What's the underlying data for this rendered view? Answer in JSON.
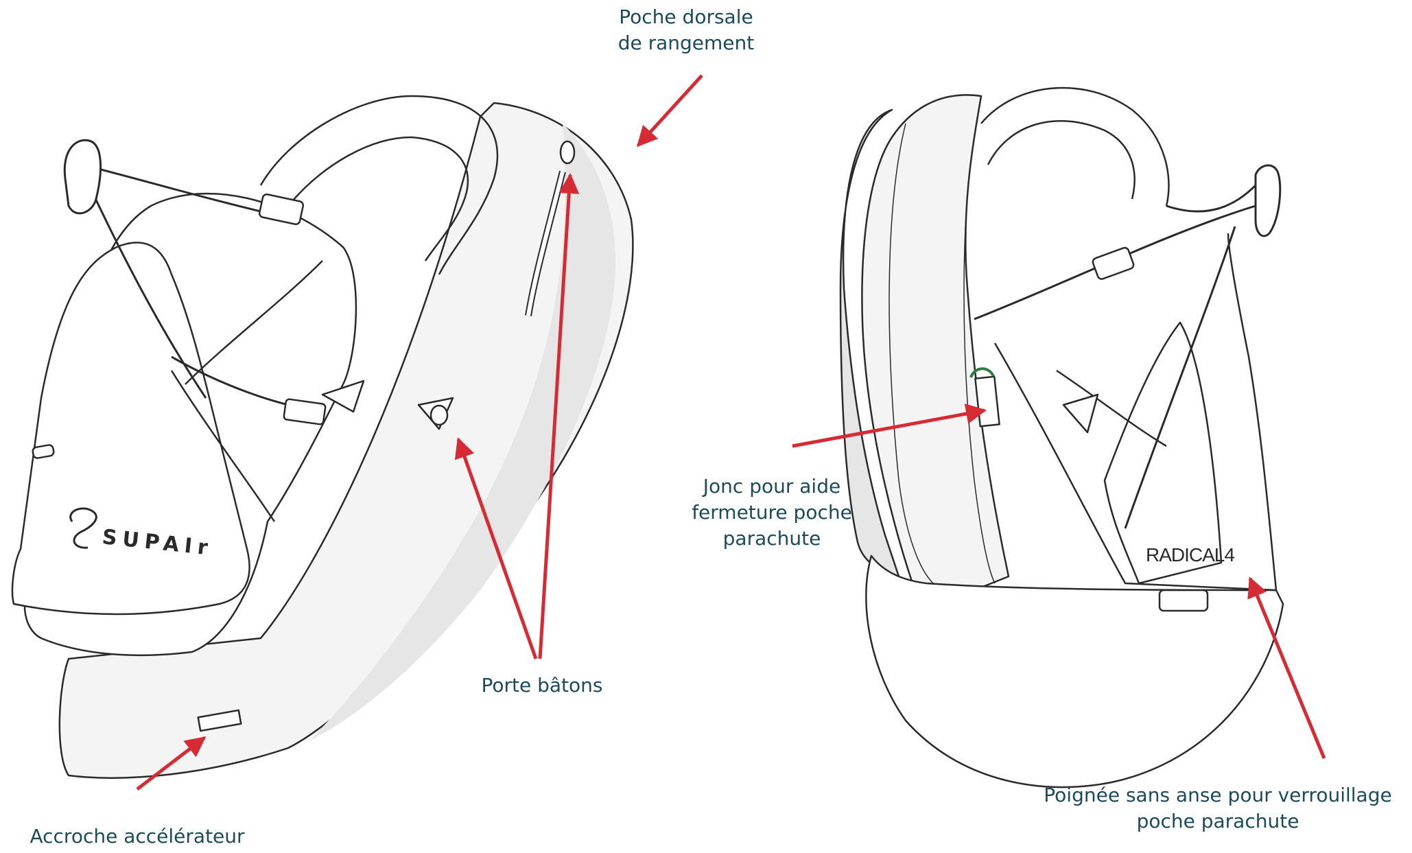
{
  "colors": {
    "label": "#1d4a5a",
    "arrow": "#d62b34",
    "outline": "#2a2a2a",
    "shade": "#e6e6e6",
    "light": "#f4f4f4"
  },
  "labels": {
    "back_pocket": "Poche dorsale\nde rangement",
    "pole_holder": "Porte bâtons",
    "speedbar_hook": "Accroche accélérateur",
    "rod": "Jonc pour aide\nfermeture poche\nparachute",
    "handle": "Poignée sans anse pour verrouillage\npoche parachute"
  },
  "logos": {
    "brand": "SUPAIr",
    "model": "RADICAL4"
  }
}
